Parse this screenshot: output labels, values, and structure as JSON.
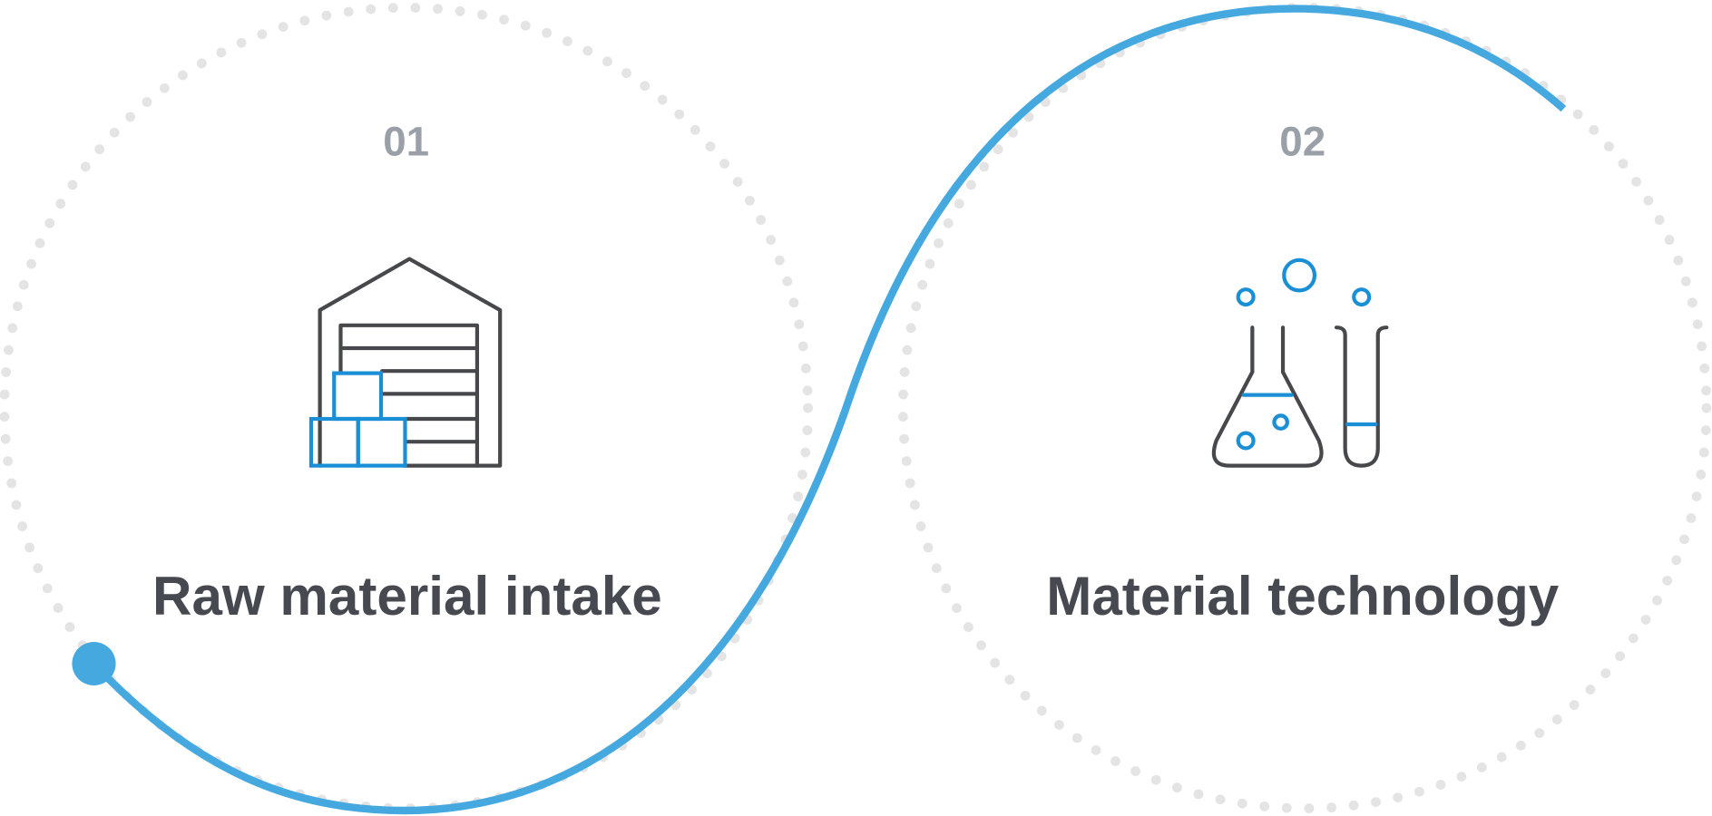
{
  "steps": [
    {
      "number": "01",
      "title": "Raw material intake",
      "icon": "warehouse-icon"
    },
    {
      "number": "02",
      "title": "Material technology",
      "icon": "lab-flask-icon"
    }
  ],
  "colors": {
    "accent": "#45a9e0",
    "icon_blue": "#1b8fd6",
    "text": "#464a50",
    "number": "#9aa0a8",
    "dots": "#e4e4e4"
  }
}
